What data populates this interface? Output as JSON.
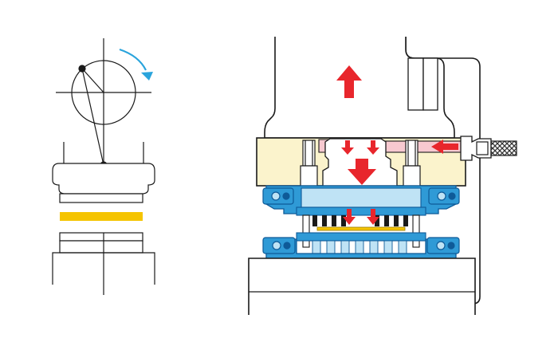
{
  "diagram": {
    "colors": {
      "outline": "#1a1a1a",
      "cam_arrow": "#2aa4dc",
      "blank_strip": "#f5c400",
      "press_frame_fill": "#ffffff",
      "ram_plate": "#fbf3cc",
      "die_blue": "#2f9ad6",
      "die_blue_dark": "#0e5a98",
      "die_light": "#bfe3f5",
      "air_pipe": "#f7c9d0",
      "force_arrow": "#e8262c",
      "hose_dark": "#333333"
    },
    "icons": {
      "rotation_arrow": "curved-arrow-clockwise",
      "ram_motion": "arrow-up",
      "stripper_push": "arrow-down",
      "air_flow": "arrow-left"
    }
  }
}
